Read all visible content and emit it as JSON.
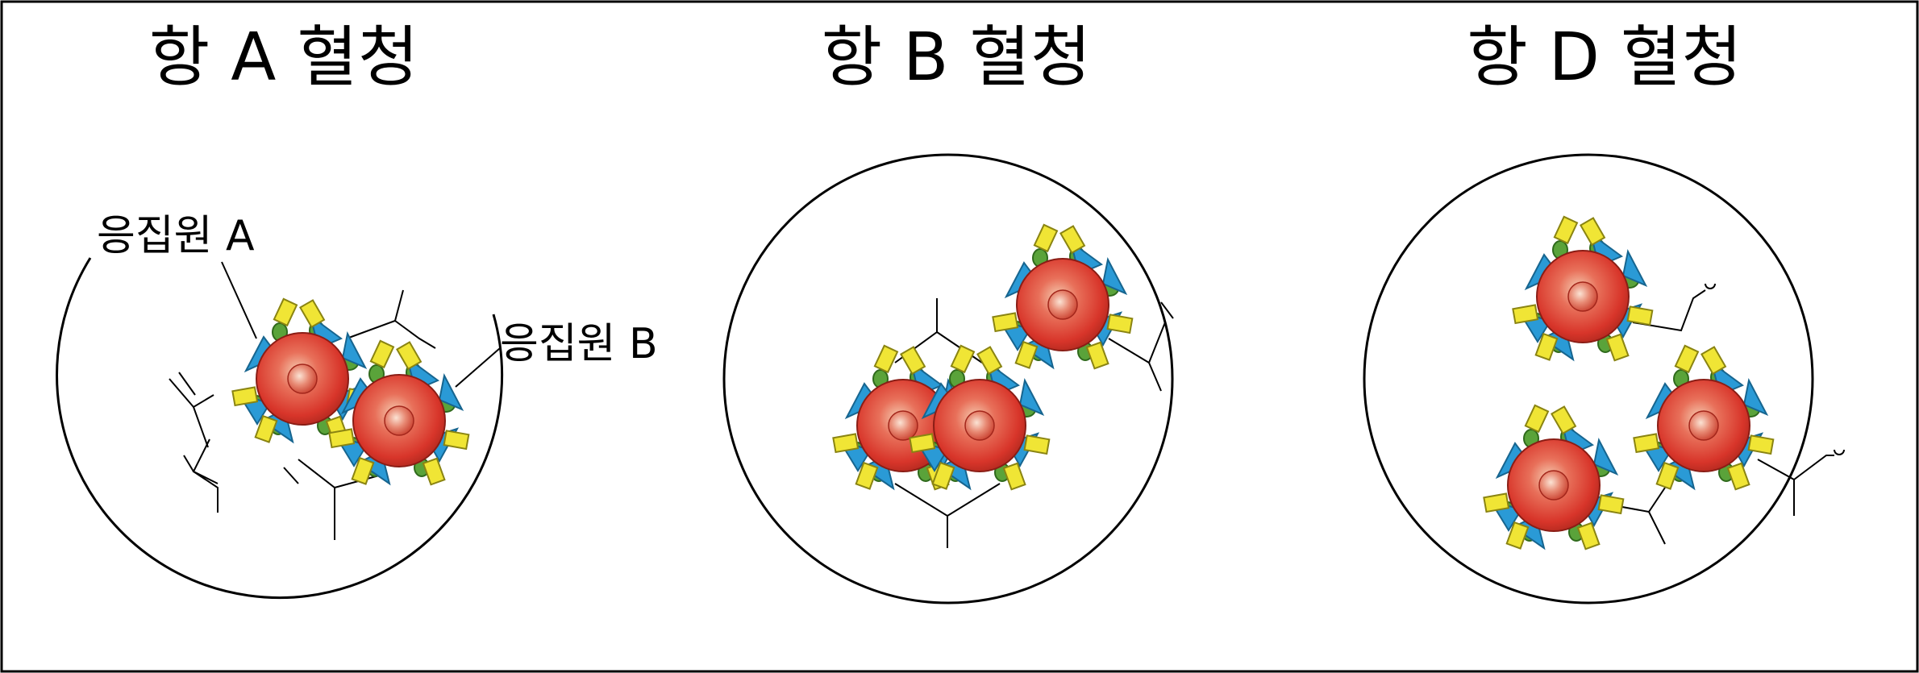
{
  "panels": [
    {
      "title": "항 A 혈청"
    },
    {
      "title": "항 B 혈청"
    },
    {
      "title": "항 D 혈청"
    }
  ],
  "labels": {
    "agglutinogen_a": "응집원 A",
    "agglutinogen_b": "응집원 B"
  },
  "colors": {
    "cell_outer": "#d8352a",
    "cell_inner": "#f3c3a8",
    "antigen_a": "#2a9ad6",
    "antigen_b": "#f0e535",
    "antigen_d": "#5aa33a",
    "outline": "#000000"
  }
}
